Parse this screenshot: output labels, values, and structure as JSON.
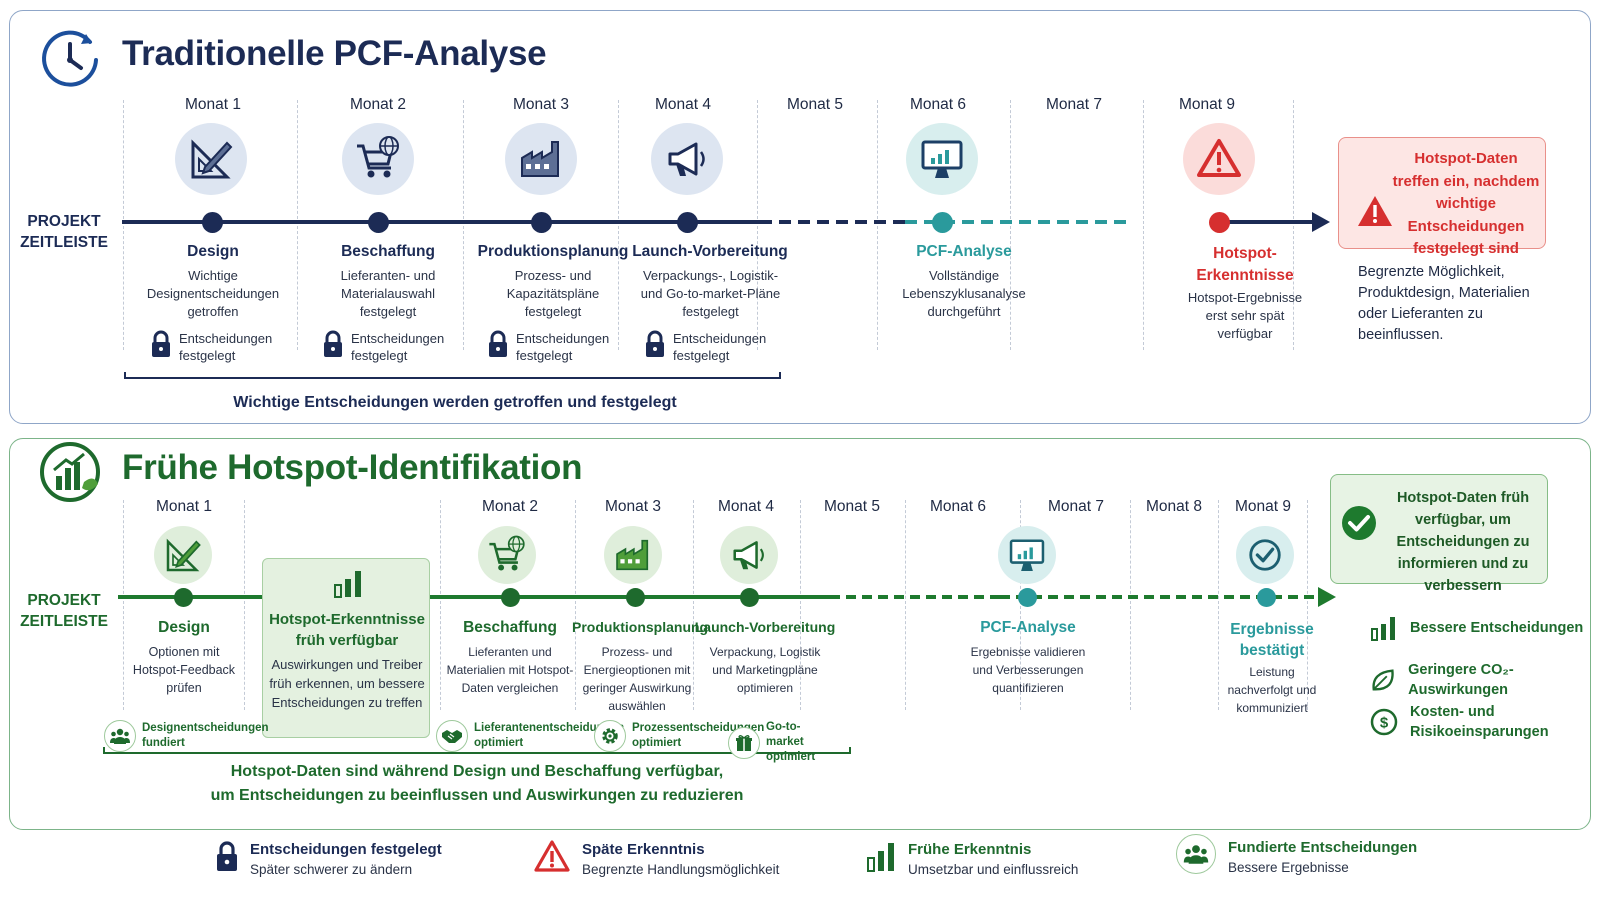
{
  "traditional": {
    "title": "Traditionelle PCF-Analyse",
    "axis_label_1": "PROJEKT",
    "axis_label_2": "ZEITLEISTE",
    "months": [
      "Monat 1",
      "Monat 2",
      "Monat 3",
      "Monat 4",
      "Monat 5",
      "Monat 6",
      "Monat 7",
      "Monat 9"
    ],
    "stages": [
      {
        "title": "Design",
        "desc": "Wichtige Designentscheidungen getroffen",
        "icon": "ruler-pencil-icon",
        "lock": "Entscheidungen festgelegt"
      },
      {
        "title": "Beschaffung",
        "desc": "Lieferanten- und Materialauswahl festgelegt",
        "icon": "shopping-cart-globe-icon",
        "lock": "Entscheidungen festgelegt"
      },
      {
        "title": "Produktionsplanung",
        "desc": "Prozess- und Kapazitätspläne festgelegt",
        "icon": "factory-icon",
        "lock": "Entscheidungen festgelegt"
      },
      {
        "title": "Launch-Vorbereitung",
        "desc": "Verpackungs-, Logistik- und Go-to-market-Pläne festgelegt",
        "icon": "megaphone-icon",
        "lock": "Entscheidungen festgelegt"
      },
      {
        "title": "PCF-Analyse",
        "desc": "Vollständige Lebenszyklusanalyse durchgeführt",
        "icon": "monitor-chart-icon"
      },
      {
        "title": "Hotspot-Erkenntnisse",
        "desc": "Hotspot-Ergebnisse erst sehr spät verfügbar",
        "icon": "warning-icon"
      }
    ],
    "brace_label": "Wichtige Entscheidungen werden getroffen und festgelegt",
    "callout": "Hotspot-Daten treffen ein, nachdem wichtige Entscheidungen festgelegt sind",
    "note": "Begrenzte Möglichkeit, Produktdesign, Materialien oder Lieferanten zu beeinflussen."
  },
  "early": {
    "title": "Frühe Hotspot-Identifikation",
    "axis_label_1": "PROJEKT",
    "axis_label_2": "ZEITLEISTE",
    "months": [
      "Monat 1",
      "Monat 2",
      "Monat 3",
      "Monat 4",
      "Monat 5",
      "Monat 6",
      "Monat 7",
      "Monat 8",
      "Monat 9"
    ],
    "stages": [
      {
        "title": "Design",
        "desc": "Optionen mit Hotspot-Feedback prüfen",
        "icon": "ruler-pencil-icon"
      },
      {
        "title": "Beschaffung",
        "desc": "Lieferanten und Materialien mit Hotspot-Daten vergleichen",
        "icon": "shopping-cart-globe-icon"
      },
      {
        "title": "Produktionsplanung",
        "desc": "Prozess- und Energieoptionen mit geringer Auswirkung auswählen",
        "icon": "factory-icon"
      },
      {
        "title": "Launch-Vorbereitung",
        "desc": "Verpackung, Logistik und Marketingpläne optimieren",
        "icon": "megaphone-icon"
      },
      {
        "title": "PCF-Analyse",
        "desc": "Ergebnisse validieren und Verbesserungen quantifizieren",
        "icon": "monitor-chart-icon"
      },
      {
        "title": "Ergebnisse bestätigt",
        "desc": "Leistung nachverfolgt und kommuniziert",
        "icon": "check-circle-icon"
      }
    ],
    "hotspot_box": {
      "title": "Hotspot-Erkenntnisse früh verfügbar",
      "desc": "Auswirkungen und Treiber früh erkennen, um bessere Entscheidungen zu treffen"
    },
    "badges": [
      {
        "text": "Designentscheidungen fundiert",
        "icon": "people-icon"
      },
      {
        "text": "Lieferantenentscheidungen optimiert",
        "icon": "handshake-icon"
      },
      {
        "text": "Prozessentscheidungen optimiert",
        "icon": "gear-icon"
      },
      {
        "text": "Go-to-market optimiert",
        "icon": "gift-box-icon"
      }
    ],
    "brace_label_1": "Hotspot-Daten sind während Design und Beschaffung verfügbar,",
    "brace_label_2": "um Entscheidungen zu beeinflussen und Auswirkungen zu reduzieren",
    "callout": "Hotspot-Daten früh verfügbar, um Entscheidungen zu informieren und zu verbessern",
    "benefits": [
      {
        "text": "Bessere Entscheidungen",
        "icon": "bar-chart-icon"
      },
      {
        "text": "Geringere CO₂-Auswirkungen",
        "icon": "leaf-icon"
      },
      {
        "text": "Kosten- und Risikoeinsparungen",
        "icon": "dollar-circle-icon"
      }
    ]
  },
  "legend": [
    {
      "title": "Entscheidungen festgelegt",
      "desc": "Später schwerer zu ändern",
      "icon": "lock-icon"
    },
    {
      "title": "Späte Erkenntnis",
      "desc": "Begrenzte Handlungsmöglichkeit",
      "icon": "warning-icon"
    },
    {
      "title": "Frühe Erkenntnis",
      "desc": "Umsetzbar und einflussreich",
      "icon": "bar-chart-icon"
    },
    {
      "title": "Fundierte Entscheidungen",
      "desc": "Bessere Ergebnisse",
      "icon": "people-icon"
    }
  ],
  "colors": {
    "navy": "#1c2b55",
    "teal": "#2a9a9c",
    "red": "#d62f2f",
    "green": "#1e6a2d"
  }
}
